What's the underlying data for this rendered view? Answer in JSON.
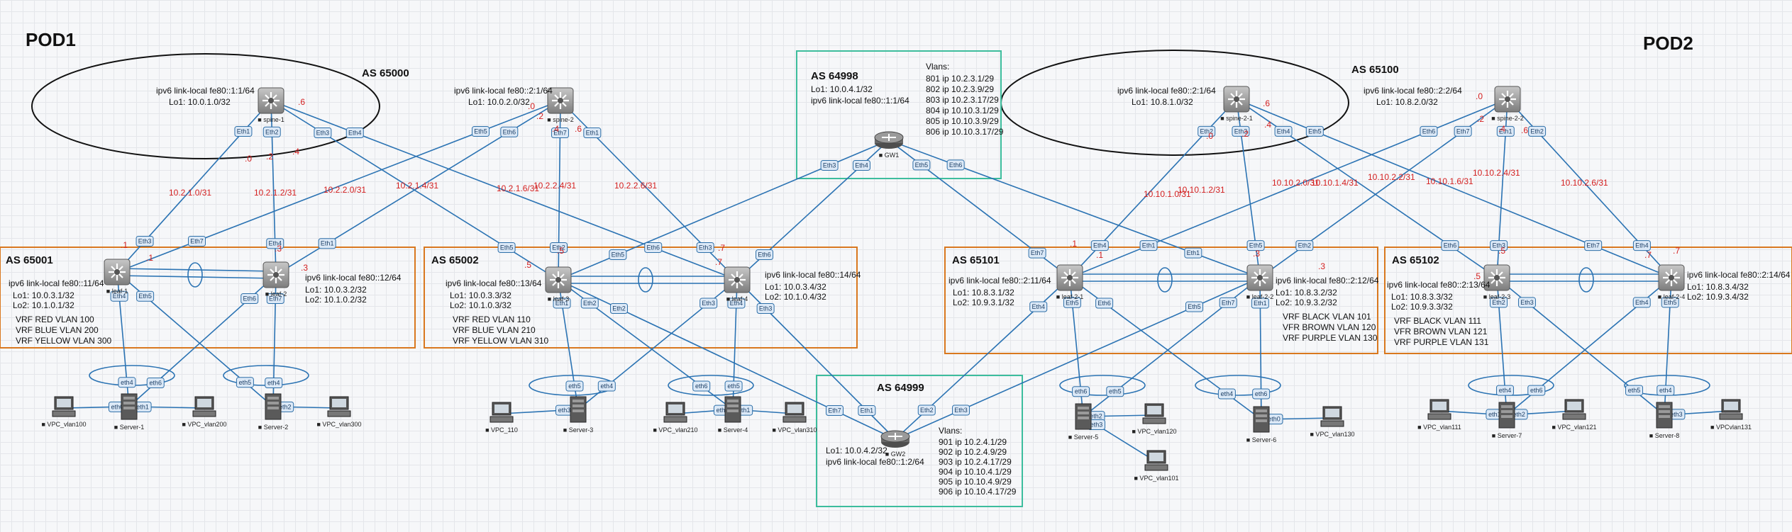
{
  "pods": [
    "POD1",
    "POD2"
  ],
  "as_labels": {
    "spine1": "AS 65000",
    "spine2": "AS 65100",
    "gw1": "AS 64998",
    "gw2": "AS 64999",
    "p1a": "AS 65001",
    "p1b": "AS 65002",
    "p2a": "AS 65101",
    "p2b": "AS 65102"
  },
  "nodes": {
    "spine1": {
      "label": "spine-1",
      "ipv6": "ipv6 link-local fe80::1:1/64",
      "lo1": "Lo1: 10.0.1.0/32"
    },
    "spine2": {
      "label": "spine-2",
      "ipv6": "ipv6 link-local fe80::2:1/64",
      "lo1": "Lo1: 10.0.2.0/32"
    },
    "spine21": {
      "label": "spine-2-1",
      "ipv6": "ipv6 link-local fe80::2:1/64",
      "lo1": "Lo1: 10.8.1.0/32"
    },
    "spine22": {
      "label": "spine-2-2",
      "ipv6": "ipv6 link-local fe80::2:2/64",
      "lo1": "Lo1: 10.8.2.0/32"
    },
    "gw1": {
      "label": "GW1",
      "lo1": "Lo1: 10.0.4.1/32",
      "ipv6": "ipv6 link-local fe80::1:1/64",
      "vlans_title": "Vlans:",
      "vlans": [
        "801 ip 10.2.3.1/29",
        "802 ip 10.2.3.9/29",
        "803 ip 10.2.3.17/29",
        "804 ip 10.10.3.1/29",
        "805 ip 10.10.3.9/29",
        "806 ip 10.10.3.17/29"
      ]
    },
    "gw2": {
      "label": "GW2",
      "lo1": "Lo1: 10.0.4.2/32",
      "ipv6": "ipv6 link-local fe80::1:2/64",
      "vlans_title": "Vlans:",
      "vlans": [
        "901 ip 10.2.4.1/29",
        "902 ip 10.2.4.9/29",
        "903 ip 10.2.4.17/29",
        "904 ip 10.10.4.1/29",
        "905 ip 10.10.4.9/29",
        "906 ip 10.10.4.17/29"
      ]
    },
    "leaf1": {
      "label": "leaf-1",
      "ipv6": "ipv6 link-local fe80::11/64",
      "lo1": "Lo1: 10.0.3.1/32",
      "lo2": "Lo2: 10.1.0.1/32",
      "vrfs": [
        "VRF RED VLAN 100",
        "VRF BLUE VLAN 200",
        "VRF YELLOW VLAN 300"
      ]
    },
    "leaf2": {
      "label": "leaf-2",
      "ipv6": "ipv6 link-local fe80::12/64",
      "lo1": "Lo1: 10.0.3.2/32",
      "lo2": "Lo2: 10.1.0.2/32"
    },
    "leaf3": {
      "label": "leaf-3",
      "ipv6": "ipv6 link-local fe80::13/64",
      "lo1": "Lo1: 10.0.3.3/32",
      "lo2": "Lo2: 10.1.0.3/32",
      "vrfs": [
        "VRF RED VLAN 110",
        "VRF BLUE VLAN 210",
        "VRF YELLOW VLAN 310"
      ]
    },
    "leaf4": {
      "label": "leaf-4",
      "ipv6": "ipv6 link-local fe80::14/64",
      "lo1": "Lo1: 10.0.3.4/32",
      "lo2": "Lo2: 10.1.0.4/32"
    },
    "leaf21": {
      "label": "leaf-2-1",
      "ipv6": "ipv6 link-local fe80::2:11/64",
      "lo1": "Lo1: 10.8.3.1/32",
      "lo2": "Lo2: 10.9.3.1/32"
    },
    "leaf22": {
      "label": "leaf-2-2",
      "ipv6": "ipv6 link-local fe80::2:12/64",
      "lo1": "Lo1: 10.8.3.2/32",
      "lo2": "Lo2: 10.9.3.2/32",
      "vrfs": [
        "VRF BLACK VLAN 101",
        "VFR BROWN VLAN 120",
        "VRF PURPLE VLAN 130"
      ]
    },
    "leaf23": {
      "label": "leaf-2-3",
      "ipv6": "ipv6 link-local fe80::2:13/64",
      "lo1": "Lo1: 10.8.3.3/32",
      "lo2": "Lo2: 10.9.3.3/32",
      "vrfs": [
        "VRF BLACK VLAN 111",
        "VFR BROWN VLAN 121",
        "VRF PURPLE VLAN 131"
      ]
    },
    "leaf24": {
      "label": "leaf-2-4",
      "ipv6": "ipv6 link-local fe80::2:14/64",
      "lo1": "Lo1: 10.8.3.4/32",
      "lo2": "Lo2: 10.9.3.4/32"
    }
  },
  "hosts": [
    "Server-1",
    "Server-2",
    "Server-3",
    "Server-4",
    "Server-5",
    "Server-6",
    "Server-7",
    "Server-8",
    "VPC_vlan100",
    "VPC_vlan200",
    "VPC_vlan300",
    "VPC_110",
    "VPC_vlan210",
    "VPC_vlan310",
    "VPC_vlan120",
    "VPC_vlan101",
    "VPC_vlan130",
    "VPC_vlan111",
    "VPC_vlan121",
    "VPCvlan131"
  ],
  "subnets": [
    "10.2.1.0/31",
    "10.2.1.2/31",
    "10.2.2.0/31",
    "10.2.1.4/31",
    "10.2.1.6/31",
    "10.2.2.4/31",
    "10.2.2.6/31",
    "10.10.1.0/31",
    "10.10.1.2/31",
    "10.10.2.0/31",
    "10.10.1.4/31",
    "10.10.2.2/31",
    "10.10.1.6/31",
    "10.10.2.4/31",
    "10.10.2.6/31"
  ],
  "octets": [
    ".0",
    ".2",
    ".4",
    ".6",
    ".1",
    ".3",
    ".5",
    ".7"
  ],
  "ports": [
    "Eth1",
    "Eth2",
    "Eth3",
    "Eth4",
    "Eth5",
    "Eth6",
    "Eth7",
    "eth0",
    "eth1",
    "eth2",
    "eth3",
    "eth4",
    "eth5",
    "eth6"
  ]
}
